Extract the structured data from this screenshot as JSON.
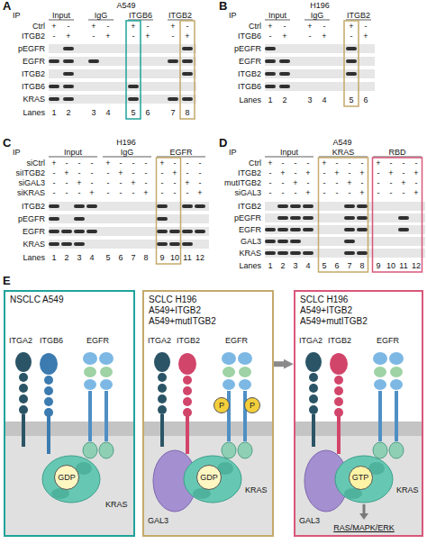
{
  "diagram": {
    "nodes": [
      {
        "text": [
          "NSCLC A549"
        ]
      },
      {
        "text": [
          "GDP"
        ],
        "in": 0
      },
      {
        "text": [
          "SCLC H196 A549+ITGB2 A549+mutITGB2"
        ]
      },
      {
        "text": [
          "P"
        ],
        "in": 2
      },
      {
        "text": [
          "P"
        ],
        "in": 2
      },
      {
        "text": [
          "GDP"
        ],
        "in": 2
      },
      {
        "text": [
          "SCLC H196 A549+ITGB2 A549+mutITGB2"
        ]
      },
      {
        "text": [
          "GTP"
        ],
        "in": 6
      }
    ],
    "edges": [
      {
        "from": 2,
        "to": 6,
        "arrow": "to"
      }
    ],
    "labels": [
      "A",
      "A549",
      "IP",
      "Input",
      "IgG",
      "ITGB6",
      "ITGB2",
      "Ctrl",
      "+",
      "-",
      "+",
      "-",
      "+",
      "-",
      "+",
      "-",
      "ITGB2",
      "-",
      "+",
      "-",
      "+",
      "-",
      "+",
      "-",
      "+",
      "pEGFR",
      "EGFR",
      "ITGB2",
      "ITGB6",
      "KRAS",
      "Lanes",
      "1",
      "2",
      "3",
      "4",
      "5",
      "6",
      "7",
      "8",
      "B",
      "H196",
      "IP",
      "Input",
      "IgG",
      "ITGB2",
      "Ctrl",
      "+",
      "-",
      "+",
      "-",
      "+",
      "-",
      "ITGB6",
      "-",
      "+",
      "-",
      "+",
      "-",
      "+",
      "pEGFR",
      "EGFR",
      "ITGB2",
      "ITGB6",
      "Lanes",
      "1",
      "2",
      "3",
      "4",
      "5",
      "6",
      "C",
      "H196",
      "IP",
      "Input",
      "IgG",
      "EGFR",
      "siCtrl",
      "+",
      "-",
      "-",
      "-",
      "+",
      "-",
      "-",
      "-",
      "+",
      "-",
      "-",
      "-",
      "siITGB2",
      "-",
      "+",
      "-",
      "-",
      "-",
      "+",
      "-",
      "-",
      "-",
      "+",
      "-",
      "-",
      "siGAL3",
      "-",
      "-",
      "+",
      "-",
      "-",
      "-",
      "+",
      "-",
      "-",
      "-",
      "+",
      "-",
      "siKRAS",
      "-",
      "-",
      "-",
      "+",
      "-",
      "-",
      "-",
      "+",
      "-",
      "-",
      "-",
      "+",
      "ITGB2",
      "pEGFR",
      "EGFR",
      "KRAS",
      "Lanes",
      "1",
      "2",
      "3",
      "4",
      "5",
      "6",
      "7",
      "8",
      "9",
      "10",
      "11",
      "12",
      "D",
      "A549",
      "IP",
      "Input",
      "KRAS",
      "RBD",
      "Ctrl",
      "+",
      "-",
      "-",
      "-",
      "+",
      "-",
      "-",
      "-",
      "+",
      "-",
      "-",
      "-",
      "ITGB2",
      "-",
      "+",
      "-",
      "+",
      "-",
      "+",
      "-",
      "+",
      "-",
      "+",
      "-",
      "+",
      "mutITGB2",
      "-",
      "-",
      "+",
      "-",
      "-",
      "-",
      "+",
      "-",
      "-",
      "-",
      "+",
      "-",
      "siGAL3",
      "-",
      "-",
      "-",
      "+",
      "-",
      "-",
      "-",
      "+",
      "-",
      "-",
      "-",
      "+",
      "ITGB2",
      "pEGFR",
      "EGFR",
      "GAL3",
      "KRAS",
      "Lanes",
      "1",
      "2",
      "3",
      "4",
      "5",
      "6",
      "7",
      "8",
      "9",
      "10",
      "11",
      "12",
      "E",
      "ITGA2",
      "ITGB6",
      "EGFR",
      "KRAS",
      "ITGA2",
      "ITGB2",
      "EGFR",
      "GAL3",
      "KRAS",
      "ITGA2",
      "ITGB2",
      "EGFR",
      "GAL3",
      "KRAS",
      "RAS/MAPK/ERK"
    ]
  }
}
